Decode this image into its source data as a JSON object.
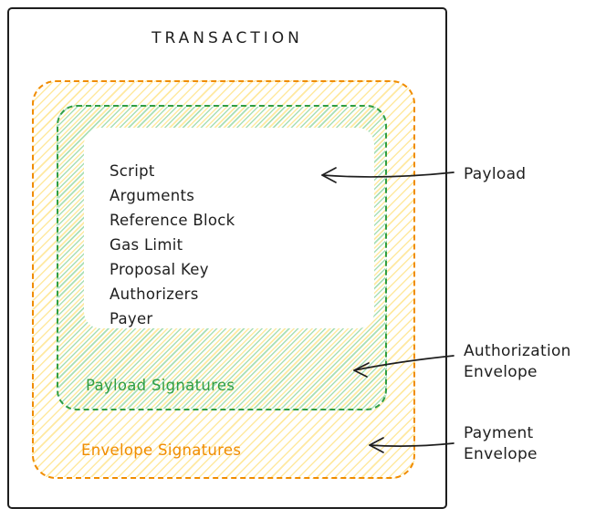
{
  "title": "TRANSACTION",
  "colors": {
    "ink": "#1e1e1e",
    "orange": "#f08c00",
    "green": "#2f9e44",
    "yellow_hatch": "#ffe9a0",
    "green_hatch": "#a9dfb6"
  },
  "payload": {
    "fields": [
      "Script",
      "Arguments",
      "Reference Block",
      "Gas Limit",
      "Proposal Key",
      "Authorizers",
      "Payer"
    ]
  },
  "labels": {
    "payload_signatures": "Payload Signatures",
    "envelope_signatures": "Envelope Signatures"
  },
  "annotations": {
    "payload": {
      "line1": "Payload"
    },
    "authorization_envelope": {
      "line1": "Authorization",
      "line2": "Envelope"
    },
    "payment_envelope": {
      "line1": "Payment",
      "line2": "Envelope"
    }
  }
}
